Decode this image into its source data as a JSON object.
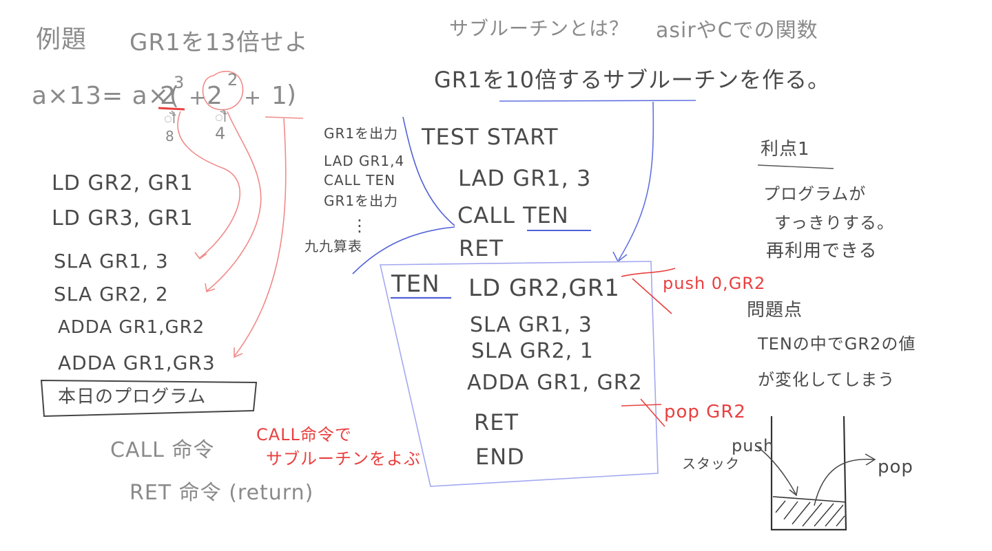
{
  "header": {
    "example_label": "例題",
    "example_text": "GR1を13倍せよ",
    "subroutine_question": "サブルーチンとは？",
    "subroutine_answer": "asirやCでの関数"
  },
  "formula": {
    "left": "a×13= a×(",
    "p1": "2",
    "p1_exp": "3",
    "plus1": "+",
    "p2": "2",
    "p2_exp": "2",
    "plus2": "+",
    "one": "1",
    "close": ")",
    "eq8": "ॏ",
    "val8": "8",
    "eq4": "ॏ",
    "val4": "4"
  },
  "left_program": {
    "lines": [
      "LD GR2, GR1",
      "LD GR3, GR1",
      "SLA GR1, 3",
      "SLA GR2, 2",
      "ADDA GR1,GR2",
      "ADDA GR1,GR3"
    ],
    "box_label": "本日のプログラム"
  },
  "instructions": {
    "call_label": "CALL 命令",
    "ret_label": "RET 命令 (return)",
    "call_note_line1": "CALL命令で",
    "call_note_line2": "サブルーチンをよぶ"
  },
  "task_title": "GR1を10倍するサブルーチンを作る。",
  "main_routine": {
    "lines": [
      "TEST START",
      "LAD GR1, 3",
      "CALL TEN",
      "RET"
    ]
  },
  "side_notes": {
    "lines": [
      "GR1を出力",
      "LAD GR1,4",
      "CALL TEN",
      "GR1を出力"
    ],
    "dots": "⋮",
    "table": "九九算表"
  },
  "subroutine": {
    "label": "TEN",
    "lines": [
      "LD GR2,GR1",
      "SLA GR1, 3",
      "SLA GR2, 1",
      "ADDA GR1, GR2",
      "RET",
      "END"
    ]
  },
  "red_notes": {
    "push": "push 0,GR2",
    "pop": "pop GR2"
  },
  "advantages": {
    "title": "利点1",
    "line1": "プログラムが",
    "line2": "すっきりする。",
    "line3": "再利用できる"
  },
  "problems": {
    "title": "問題点",
    "line1": "TENの中でGR2の値",
    "line2": "が変化してしまう"
  },
  "stack": {
    "stack_label": "スタック",
    "push": "push",
    "pop": "pop"
  },
  "colors": {
    "ink_gray": "#8a8a8a",
    "ink_dark": "#4a4a4a",
    "red": "#e8403f",
    "blue": "#5b6fe0",
    "light_blue": "#a3a8f0"
  }
}
